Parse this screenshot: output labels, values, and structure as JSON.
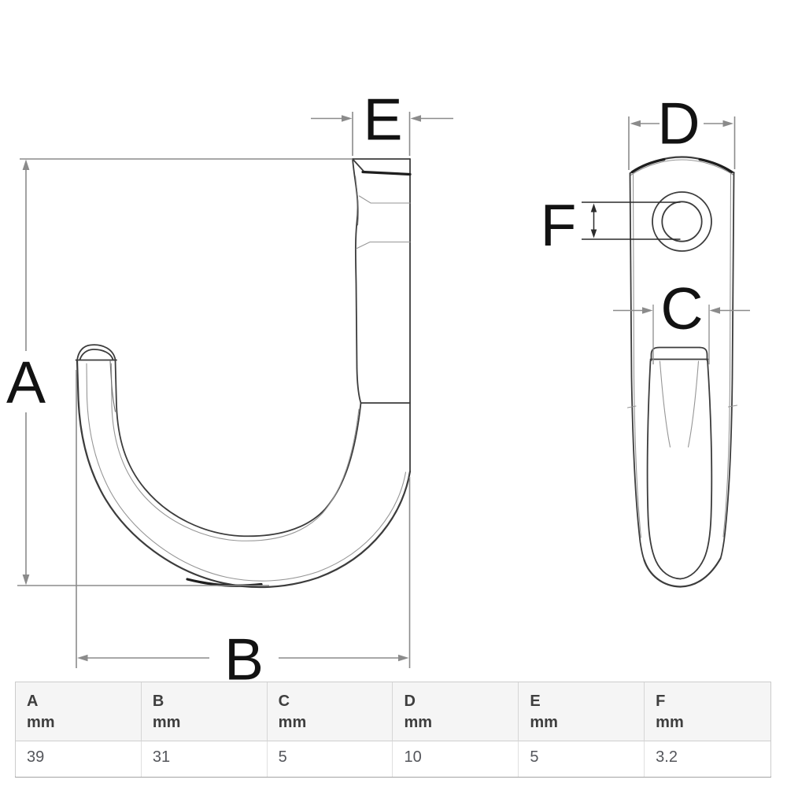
{
  "diagram_title": "hook-dimension-drawing",
  "labels": {
    "A": "A",
    "B": "B",
    "C": "C",
    "D": "D",
    "E": "E",
    "F": "F"
  },
  "table": {
    "columns": [
      {
        "label": "A",
        "unit": "mm",
        "value": "39"
      },
      {
        "label": "B",
        "unit": "mm",
        "value": "31"
      },
      {
        "label": "C",
        "unit": "mm",
        "value": "5"
      },
      {
        "label": "D",
        "unit": "mm",
        "value": "10"
      },
      {
        "label": "E",
        "unit": "mm",
        "value": "5"
      },
      {
        "label": "F",
        "unit": "mm",
        "value": "3.2"
      }
    ]
  },
  "colors": {
    "line": "#3c3c3c",
    "dimension": "#8b8b8b",
    "letter": "#121212",
    "table_header_bg": "#f5f5f5",
    "table_border": "#cccccc",
    "header_text": "#3e3e3e",
    "value_text": "#54565b"
  }
}
